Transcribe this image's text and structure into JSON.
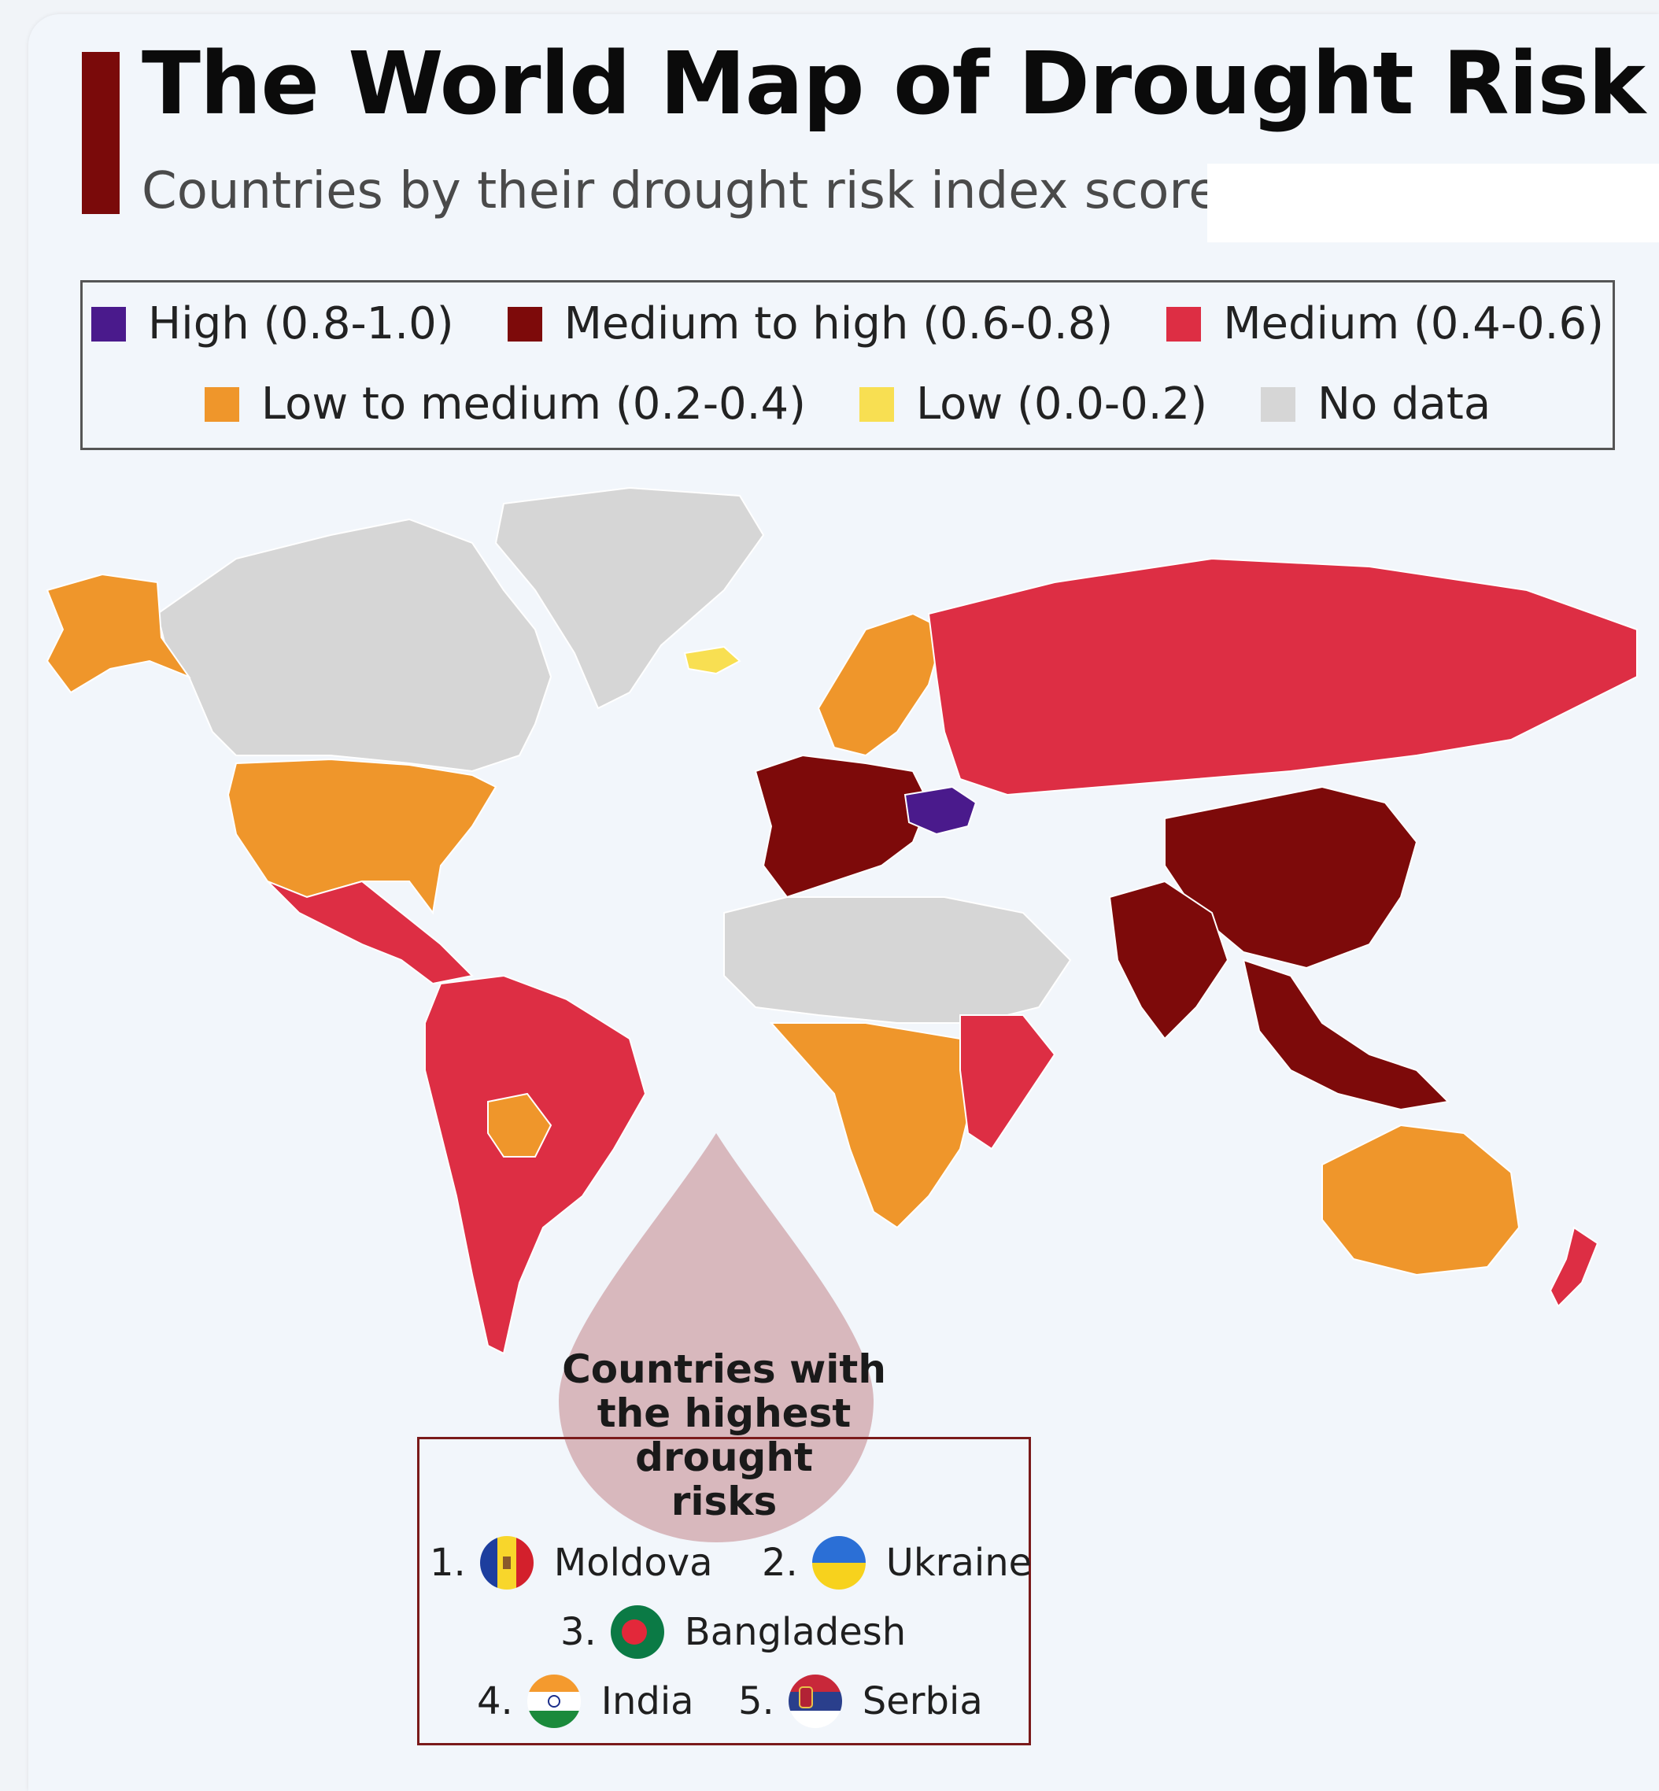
{
  "title": "The World Map of Drought Risk",
  "subtitle": "Countries by their drought risk index score",
  "legend": [
    {
      "label": "High (0.8-1.0)",
      "color": "#4a1a8c"
    },
    {
      "label": "Medium to high (0.6-0.8)",
      "color": "#7d0a0a"
    },
    {
      "label": "Medium (0.4-0.6)",
      "color": "#dd2e44"
    },
    {
      "label": "Low to medium (0.2-0.4)",
      "color": "#ef962b"
    },
    {
      "label": "Low (0.0-0.2)",
      "color": "#f8df52"
    },
    {
      "label": "No data",
      "color": "#d6d6d6"
    }
  ],
  "map": {
    "projection": "world",
    "regions": [
      {
        "name": "Greenland",
        "category": "No data"
      },
      {
        "name": "Canada",
        "category": "No data"
      },
      {
        "name": "Alaska",
        "category": "Low to medium (0.2-0.4)"
      },
      {
        "name": "United States",
        "category": "Low to medium (0.2-0.4)"
      },
      {
        "name": "Mexico & Central America",
        "category": "Medium (0.4-0.6)"
      },
      {
        "name": "South America",
        "category": "Medium (0.4-0.6)"
      },
      {
        "name": "Bolivia",
        "category": "Low to medium (0.2-0.4)"
      },
      {
        "name": "Russia",
        "category": "Medium (0.4-0.6)"
      },
      {
        "name": "Scandinavia",
        "category": "Low to medium (0.2-0.4)"
      },
      {
        "name": "Iceland",
        "category": "Low (0.0-0.2)"
      },
      {
        "name": "Western Europe",
        "category": "Medium to high (0.6-0.8)"
      },
      {
        "name": "Ukraine",
        "category": "High (0.8-1.0)"
      },
      {
        "name": "Sahara & Arabia",
        "category": "No data"
      },
      {
        "name": "Central & Southern Africa",
        "category": "Low to medium (0.2-0.4)"
      },
      {
        "name": "East Africa",
        "category": "Medium (0.4-0.6)"
      },
      {
        "name": "China",
        "category": "Medium to high (0.6-0.8)"
      },
      {
        "name": "India",
        "category": "Medium to high (0.6-0.8)"
      },
      {
        "name": "Southeast Asia",
        "category": "Medium to high (0.6-0.8)"
      },
      {
        "name": "Australia",
        "category": "Low to medium (0.2-0.4)"
      },
      {
        "name": "New Zealand",
        "category": "Medium (0.4-0.6)"
      }
    ]
  },
  "highest": {
    "heading": [
      "Countries with",
      "the highest",
      "drought",
      "risks"
    ],
    "items": [
      {
        "rank": "1.",
        "country": "Moldova",
        "flag": "moldova-flag-icon"
      },
      {
        "rank": "2.",
        "country": "Ukraine",
        "flag": "ukraine-flag-icon"
      },
      {
        "rank": "3.",
        "country": "Bangladesh",
        "flag": "bangladesh-flag-icon"
      },
      {
        "rank": "4.",
        "country": "India",
        "flag": "india-flag-icon"
      },
      {
        "rank": "5.",
        "country": "Serbia",
        "flag": "serbia-flag-icon"
      }
    ]
  }
}
